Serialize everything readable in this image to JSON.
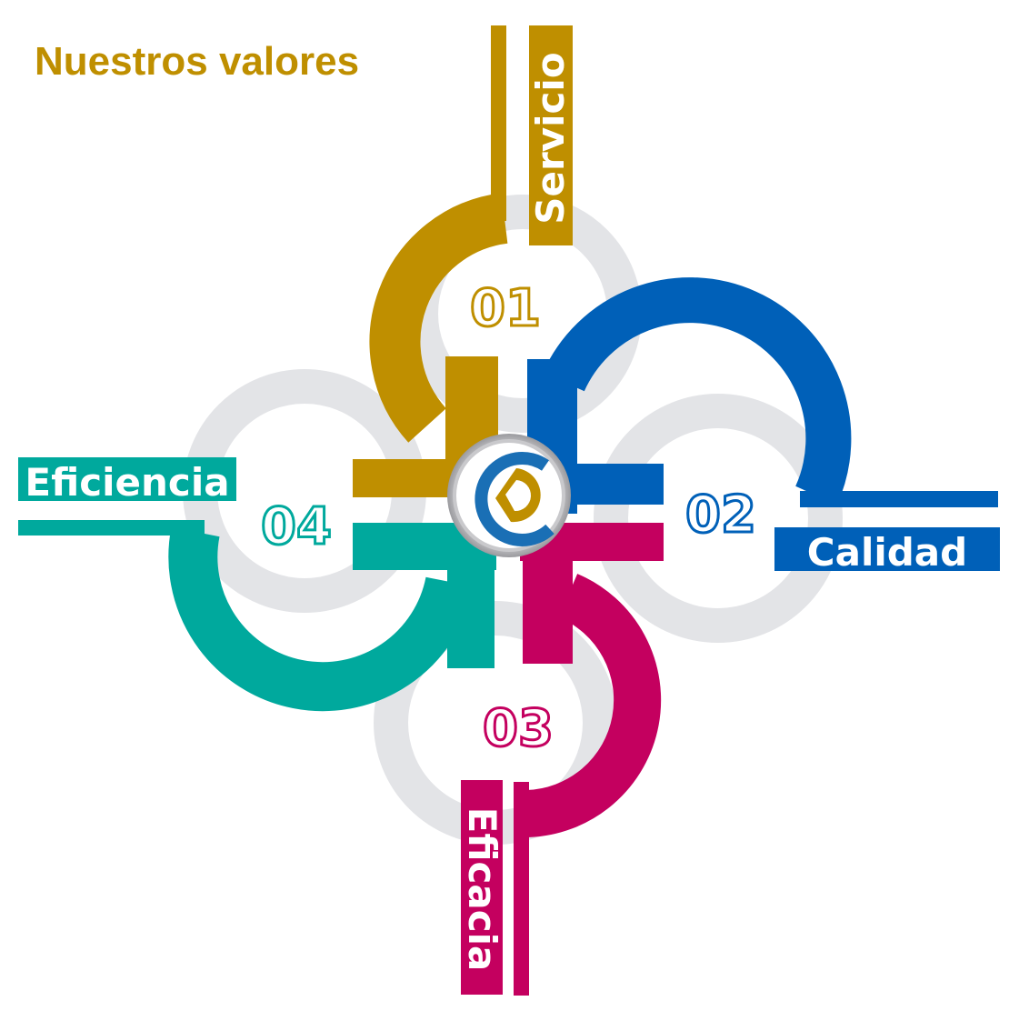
{
  "title": "Nuestros valores",
  "colors": {
    "gold": "#bf8f00",
    "blue": "#0060b8",
    "magenta": "#c4005f",
    "teal": "#00a99d",
    "ring": "#e3e4e7",
    "center_logo": "#1a6fb5"
  },
  "values": [
    {
      "number": "01",
      "label": "Servicio",
      "color": "gold"
    },
    {
      "number": "02",
      "label": "Calidad",
      "color": "blue"
    },
    {
      "number": "03",
      "label": "Eficacia",
      "color": "magenta"
    },
    {
      "number": "04",
      "label": "Eficiencia",
      "color": "teal"
    }
  ],
  "center_icon": "company-logo"
}
